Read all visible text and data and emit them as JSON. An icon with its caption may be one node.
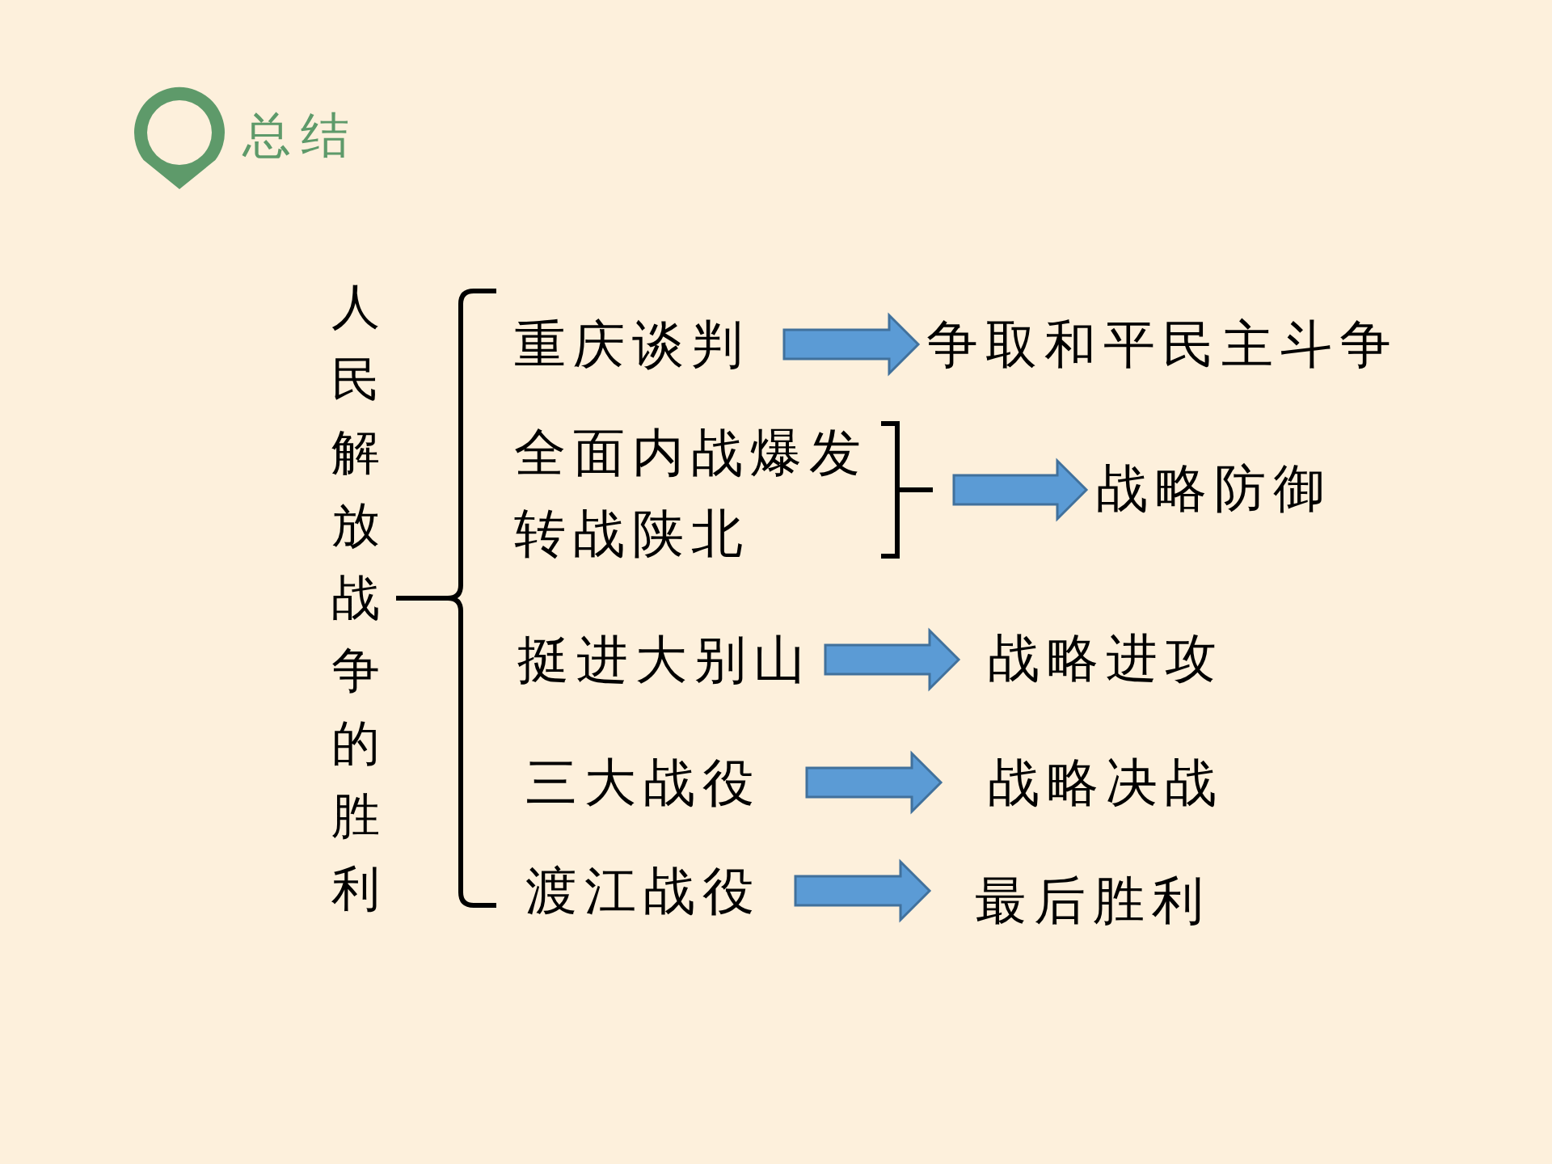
{
  "diagram": {
    "title": "总结",
    "nodes": [
      {
        "text": [
          "人民解放战争的胜利"
        ]
      },
      {
        "text": [
          "重庆谈判"
        ]
      },
      {
        "text": [
          "争取和平民主斗争"
        ]
      },
      {
        "text": [
          "全面内战爆发"
        ]
      },
      {
        "text": [
          "转战陕北"
        ]
      },
      {
        "text": [],
        "shape": "bracket"
      },
      {
        "text": [
          "战略防御"
        ]
      },
      {
        "text": [
          "挺进大别山"
        ]
      },
      {
        "text": [
          "战略进攻"
        ]
      },
      {
        "text": [
          "三大战役"
        ]
      },
      {
        "text": [
          "战略决战"
        ]
      },
      {
        "text": [
          "渡江战役"
        ]
      },
      {
        "text": [
          "最后胜利"
        ]
      }
    ],
    "edges": [
      {
        "from": 1,
        "to": 2,
        "arrow": "to"
      },
      {
        "from": 5,
        "to": 6,
        "arrow": "to"
      },
      {
        "from": 7,
        "to": 8,
        "arrow": "to"
      },
      {
        "from": 9,
        "to": 10,
        "arrow": "to"
      },
      {
        "from": 11,
        "to": 12,
        "arrow": "to"
      }
    ]
  }
}
